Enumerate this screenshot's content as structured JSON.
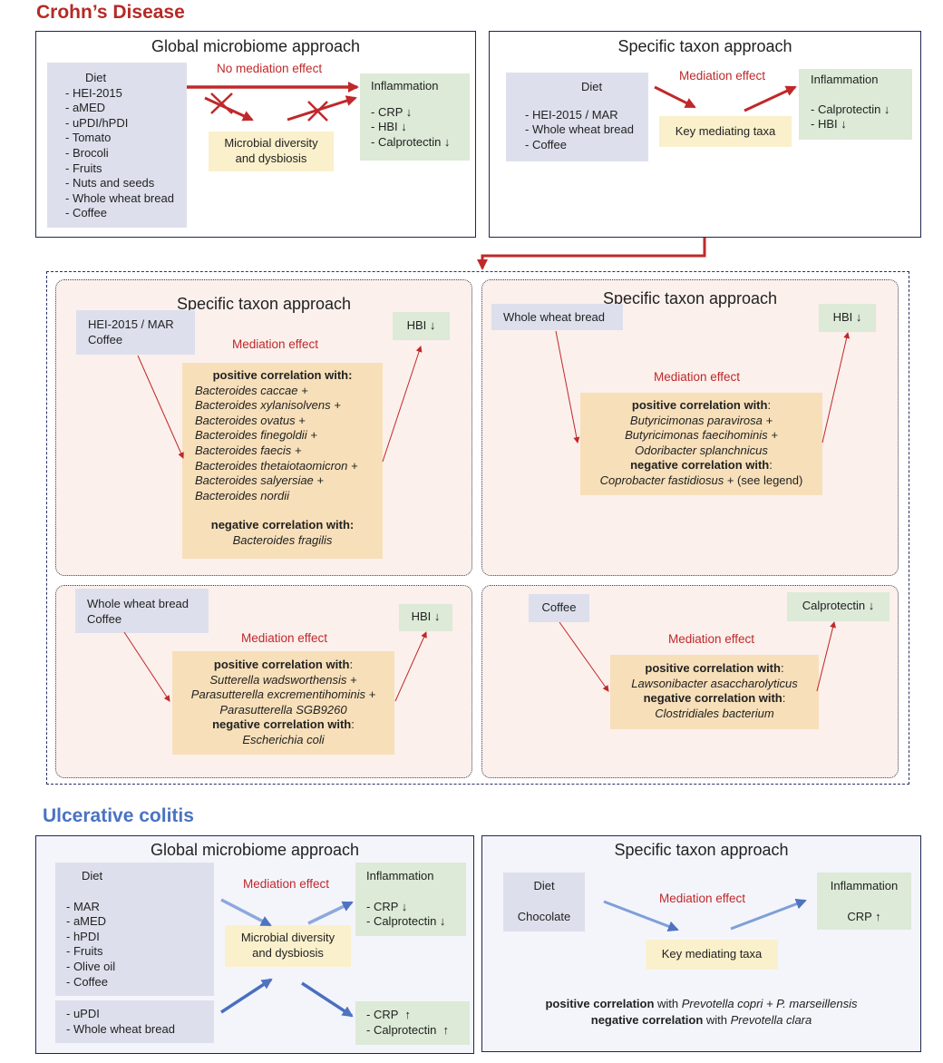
{
  "crohn": {
    "heading": "Crohn’s Disease",
    "global": {
      "title": "Global microbiome approach",
      "diet_items": [
        "Diet",
        "- HEI-2015",
        "- aMED",
        "- uPDI/hPDI",
        "- Tomato",
        "- Brocoli",
        "- Fruits",
        "- Nuts and seeds",
        "- Whole wheat bread",
        "- Coffee"
      ],
      "no_mediation": "No mediation effect",
      "microbial_line1": "Microbial diversity",
      "microbial_line2": "and dysbiosis",
      "inflammation": "Inflammation",
      "outcomes": [
        "- CRP ↓",
        "- HBI ↓",
        "- Calprotectin ↓"
      ]
    },
    "specific": {
      "title": "Specific taxon approach",
      "diet_label": "Diet",
      "diet_items": [
        "- HEI-2015 / MAR",
        "- Whole wheat bread",
        "- Coffee"
      ],
      "mediation": "Mediation effect",
      "key_taxa": "Key mediating taxa",
      "inflammation": "Inflammation",
      "outcomes": [
        "- Calprotectin ↓",
        "- HBI ↓"
      ]
    },
    "detail": {
      "p1": {
        "title": "Specific taxon approach",
        "exposure_lines": [
          "HEI-2015 / MAR",
          "Coffee"
        ],
        "outcome": "HBI ↓",
        "mediation": "Mediation effect",
        "pos_header": "positive correlation with:",
        "pos_taxa": [
          "Bacteroides caccae +",
          "Bacteroides xylanisolvens +",
          "Bacteroides ovatus +",
          "Bacteroides finegoldii +",
          "Bacteroides faecis +",
          "Bacteroides thetaiotaomicron +",
          "Bacteroides salyersiae +",
          "Bacteroides nordii"
        ],
        "neg_header": "negative correlation with:",
        "neg_taxa": [
          "Bacteroides fragilis"
        ]
      },
      "p2": {
        "title": "Specific taxon approach",
        "exposure": "Whole wheat bread",
        "outcome": "HBI ↓",
        "mediation": "Mediation effect",
        "pos_header": "positive correlation with",
        "pos_taxa": [
          "Butyricimonas paravirosa +",
          "Butyricimonas faecihominis +",
          "Odoribacter splanchnicus"
        ],
        "neg_header": "negative correlation with",
        "neg_taxon": "Coprobacter fastidiosus",
        "neg_suffix": " + (see legend)"
      },
      "p3": {
        "exposure_lines": [
          "Whole wheat bread",
          "Coffee"
        ],
        "outcome": "HBI ↓",
        "mediation": "Mediation effect",
        "pos_header": "positive correlation with",
        "pos_taxa": [
          "Sutterella wadsworthensis +",
          "Parasutterella excrementihominis +",
          "Parasutterella SGB9260"
        ],
        "neg_header": "negative correlation with",
        "neg_taxa": [
          "Escherichia coli"
        ]
      },
      "p4": {
        "exposure": "Coffee",
        "outcome": "Calprotectin ↓",
        "mediation": "Mediation effect",
        "pos_header": "positive correlation with",
        "pos_taxa": [
          "Lawsonibacter asaccharolyticus"
        ],
        "neg_header": "negative correlation with",
        "neg_taxa": [
          "Clostridiales bacterium"
        ]
      }
    }
  },
  "uc": {
    "heading": "Ulcerative colitis",
    "global": {
      "title": "Global microbiome approach",
      "diet_items": [
        "Diet",
        "- MAR",
        "- aMED",
        "- hPDI",
        "- Fruits",
        "- Olive oil",
        "- Coffee"
      ],
      "diet2_items": [
        "- uPDI",
        "- Whole wheat bread"
      ],
      "mediation": "Mediation effect",
      "microbial_line1": "Microbial diversity",
      "microbial_line2": "and dysbiosis",
      "inflammation": "Inflammation",
      "outcomes_down": [
        "- CRP ↓",
        "- Calprotectin ↓"
      ],
      "outcomes_up": [
        "- CRP  ↑",
        "- Calprotectin  ↑"
      ]
    },
    "specific": {
      "title": "Specific taxon approach",
      "diet_label": "Diet",
      "diet_item": "Chocolate",
      "mediation": "Mediation effect",
      "key_taxa": "Key mediating taxa",
      "inflammation": "Inflammation",
      "outcome": "CRP ↑",
      "pos_bold": "positive correlation",
      "pos_with": " with ",
      "pos_taxa": "Prevotella copri + P. marseillensis",
      "neg_bold": "negative correlation",
      "neg_with": " with ",
      "neg_taxa": "Prevotella clara"
    }
  },
  "colors": {
    "crohn": "#b52a25",
    "uc": "#4a73c2",
    "arrow_red": "#c0282a",
    "arrow_blue": "#5b7fc9"
  }
}
